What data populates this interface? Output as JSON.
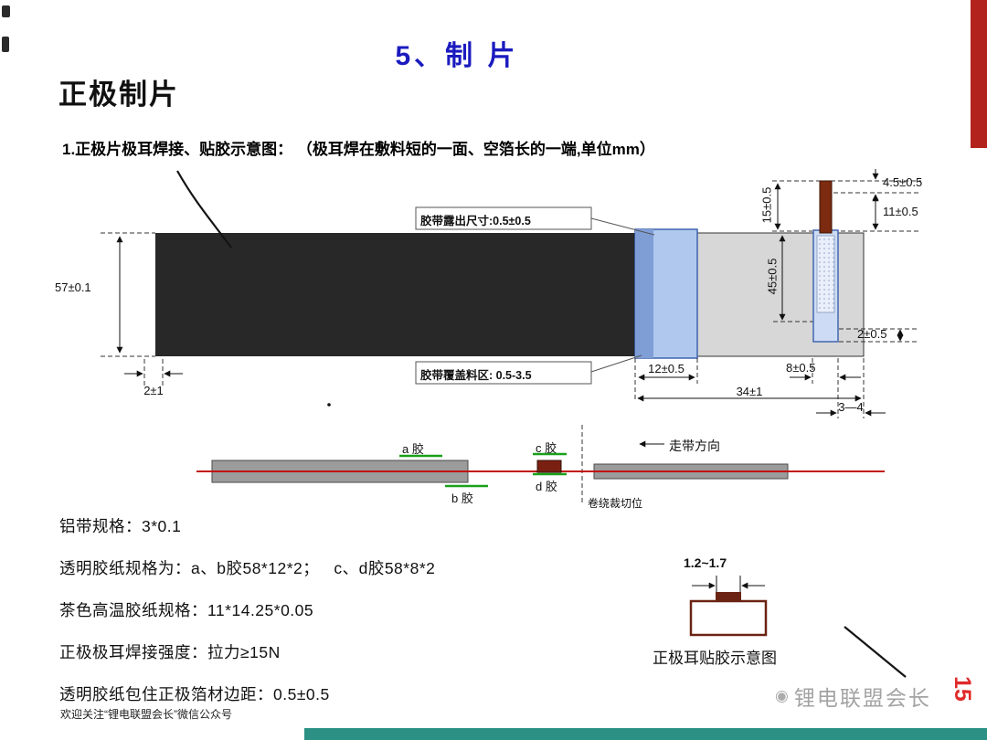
{
  "header": {
    "title": "5、制 片",
    "subtitle": "正极制片",
    "heading": "1.正极片极耳焊接、贴胶示意图：",
    "heading_note": "（极耳焊在敷料短的一面、空箔长的一端,单位mm）"
  },
  "diagram": {
    "callout_top": "胶带露出尺寸:0.5±0.5",
    "callout_bottom": "胶带覆盖料区: 0.5-3.5",
    "dim_width": "57±0.1",
    "dim_left_margin": "2±1",
    "dim_tab_tip": "4.5±0.5",
    "dim_tab_exposed": "11±0.5",
    "dim_tab_total": "15±0.5",
    "dim_tape_vertical": "45±0.5",
    "dim_bottom_gap": "2±0.5",
    "dim_tape_right": "8±0.5",
    "dim_tape_left": "12±0.5",
    "dim_foil": "34±1",
    "dim_end": "3—4"
  },
  "mini": {
    "glue_a": "a 胶",
    "glue_b": "b 胶",
    "glue_c": "c 胶",
    "glue_d": "d 胶",
    "direction": "走带方向",
    "cut_position": "卷绕裁切位"
  },
  "tab_diagram": {
    "dim": "1.2~1.7",
    "caption": "正极耳贴胶示意图"
  },
  "specs": [
    "铝带规格：3*0.1",
    "透明胶纸规格为：a、b胶58*12*2；   c、d胶58*8*2",
    "茶色高温胶纸规格：11*14.25*0.05",
    "正极极耳焊接强度：拉力≥15N",
    "透明胶纸包住正极箔材边距：0.5±0.5"
  ],
  "footer": {
    "note": "欢迎关注“锂电联盟会长”微信公众号",
    "watermark": "锂电联盟会长",
    "page_number": "15"
  },
  "colors": {
    "accent_red": "#b3231d",
    "teal_bar": "#2a9184",
    "title_blue": "#1b1bbf",
    "page_number_red": "#e02a2a"
  }
}
